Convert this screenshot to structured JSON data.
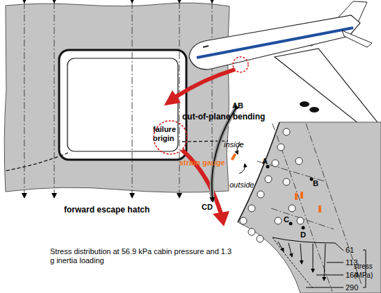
{
  "diagram": {
    "caption": "Stress distribution at 56.9 kPa cabin pressure and 1.3 g inertia loading",
    "labels": [
      "failure origin",
      "forward escape hatch",
      "out-of-plane bending",
      "AB",
      "inside",
      "strain gauge",
      "outside",
      "CD",
      "A",
      "B",
      "C",
      "D",
      "61",
      "113",
      "164",
      "290",
      "stress (MPa)"
    ]
  }
}
